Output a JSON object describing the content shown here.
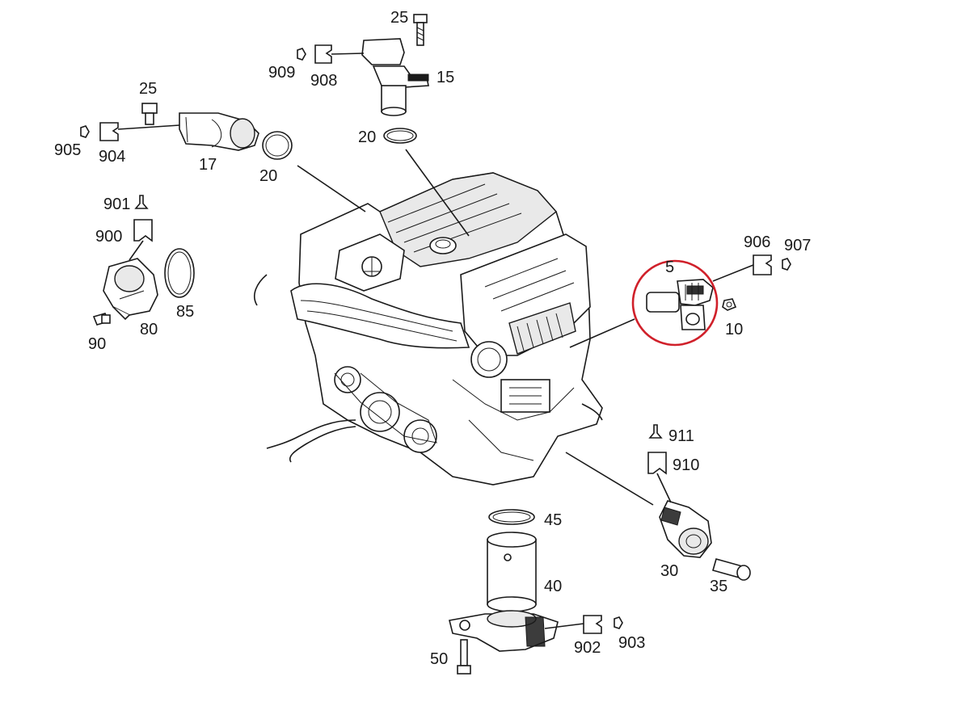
{
  "labels": {
    "l25_top": "25",
    "l909": "909",
    "l908": "908",
    "l15": "15",
    "l25_left": "25",
    "l905": "905",
    "l904": "904",
    "l17": "17",
    "l20_left": "20",
    "l20_top": "20",
    "l901": "901",
    "l900": "900",
    "l80": "80",
    "l85": "85",
    "l90": "90",
    "l5": "5",
    "l906": "906",
    "l907": "907",
    "l10": "10",
    "l911": "911",
    "l910": "910",
    "l30": "30",
    "l35": "35",
    "l45": "45",
    "l40": "40",
    "l902": "902",
    "l903": "903",
    "l50": "50"
  },
  "highlight": {
    "target_part": "5",
    "color": "#d0202a"
  }
}
